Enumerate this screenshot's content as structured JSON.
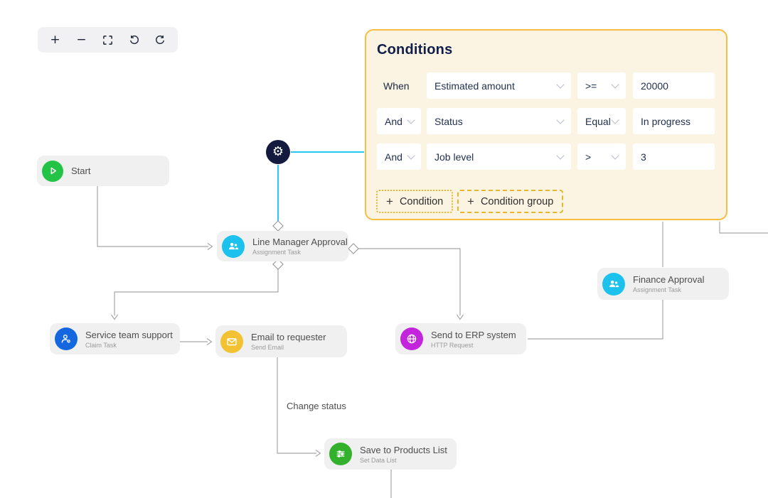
{
  "toolbar": {
    "zoom_in_label": "+",
    "zoom_out_label": "−"
  },
  "conditions_panel": {
    "title": "Conditions",
    "rows": [
      {
        "prefix": "When",
        "field": "Estimated amount",
        "operator": ">=",
        "value": "20000"
      },
      {
        "prefix": "And",
        "field": "Status",
        "operator": "Equal",
        "value": "In progress"
      },
      {
        "prefix": "And",
        "field": "Job level",
        "operator": ">",
        "value": "3"
      }
    ],
    "add_condition": {
      "icon": "+",
      "label": "Condition"
    },
    "add_condition_group": {
      "icon": "+",
      "label": "Condition group"
    }
  },
  "nodes": {
    "start": {
      "label": "Start"
    },
    "line_manager_approval": {
      "label": "Line Manager Approval",
      "sublabel": "Assignment Task"
    },
    "service_team_support": {
      "label": "Service team support",
      "sublabel": "Claim Task"
    },
    "email_to_requester": {
      "label": "Email to requester",
      "sublabel": "Send Email"
    },
    "send_to_erp": {
      "label": "Send to ERP system",
      "sublabel": "HTTP Request"
    },
    "finance_approval": {
      "label": "Finance Approval",
      "sublabel": "Assignment Task"
    },
    "save_to_products": {
      "label": "Save to Products List",
      "sublabel": "Set Data List"
    }
  },
  "edge_labels": {
    "change_status": "Change status"
  },
  "icons": {
    "gear": "⚙"
  },
  "colors": {
    "accent_cyan": "#27C8F4",
    "panel_border": "#F5C042",
    "panel_bg": "#FCF4E3",
    "node_bg": "#F0F0F1",
    "start_green": "#23C346",
    "assignment_cyan": "#1CC1ED",
    "claim_blue": "#1467DF",
    "email_yellow": "#F2C233",
    "http_magenta": "#C225DC",
    "data_green": "#33B02C",
    "gear_navy": "#131A3E",
    "connector_gray": "#A6A6A6"
  }
}
